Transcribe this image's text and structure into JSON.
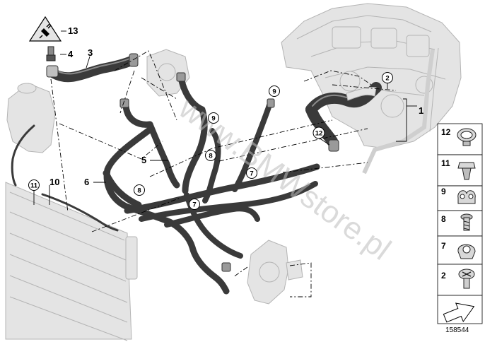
{
  "diagram": {
    "watermark": "www.BMWstore.pl",
    "reference_number": "158544",
    "callouts": {
      "c1": "1",
      "c2": "2",
      "c3": "3",
      "c4": "4",
      "c5": "5",
      "c6": "6",
      "c7a": "7",
      "c7b": "7",
      "c8a": "8",
      "c8b": "8",
      "c9a": "9",
      "c9b": "9",
      "c10": "10",
      "c11": "11",
      "c12": "12",
      "c13": "13"
    },
    "legend": [
      {
        "label": "12",
        "icon": "hose-clamp-icon"
      },
      {
        "label": "11",
        "icon": "push-in-clip-icon"
      },
      {
        "label": "9",
        "icon": "double-hose-holder-icon"
      },
      {
        "label": "8",
        "icon": "screw-icon"
      },
      {
        "label": "7",
        "icon": "hose-holder-icon"
      },
      {
        "label": "2",
        "icon": "cross-head-bolt-icon"
      }
    ]
  }
}
